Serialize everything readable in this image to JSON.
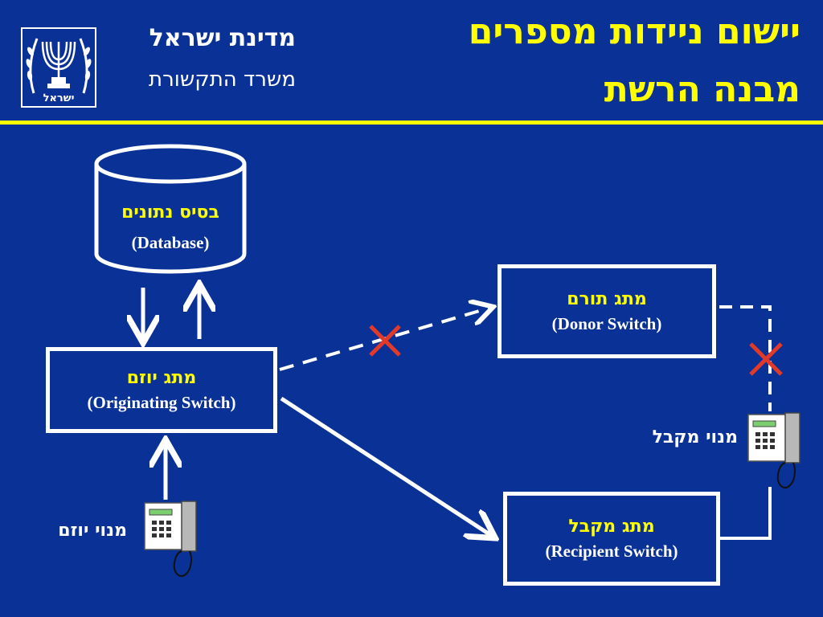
{
  "header": {
    "title_line1": "יישום ניידות מספרים",
    "title_line2": "מבנה הרשת",
    "state_name": "מדינת ישראל",
    "ministry_name": "משרד התקשורת",
    "emblem_text": "ישראל"
  },
  "diagram": {
    "database": {
      "label_he": "בסיס נתונים",
      "label_en": "(Database)"
    },
    "originating_switch": {
      "label_he": "מתג יוזם",
      "label_en": "(Originating Switch)"
    },
    "donor_switch": {
      "label_he": "מתג תורם",
      "label_en": "(Donor Switch)"
    },
    "recipient_switch": {
      "label_he": "מתג מקבל",
      "label_en": "(Recipient Switch)"
    },
    "originating_subscriber": "מנוי יוזם",
    "recipient_subscriber": "מנוי מקבל"
  },
  "colors": {
    "background": "#0a3296",
    "title": "#ffff00",
    "blocked_mark": "#e23a2a",
    "lines": "#ffffff"
  }
}
